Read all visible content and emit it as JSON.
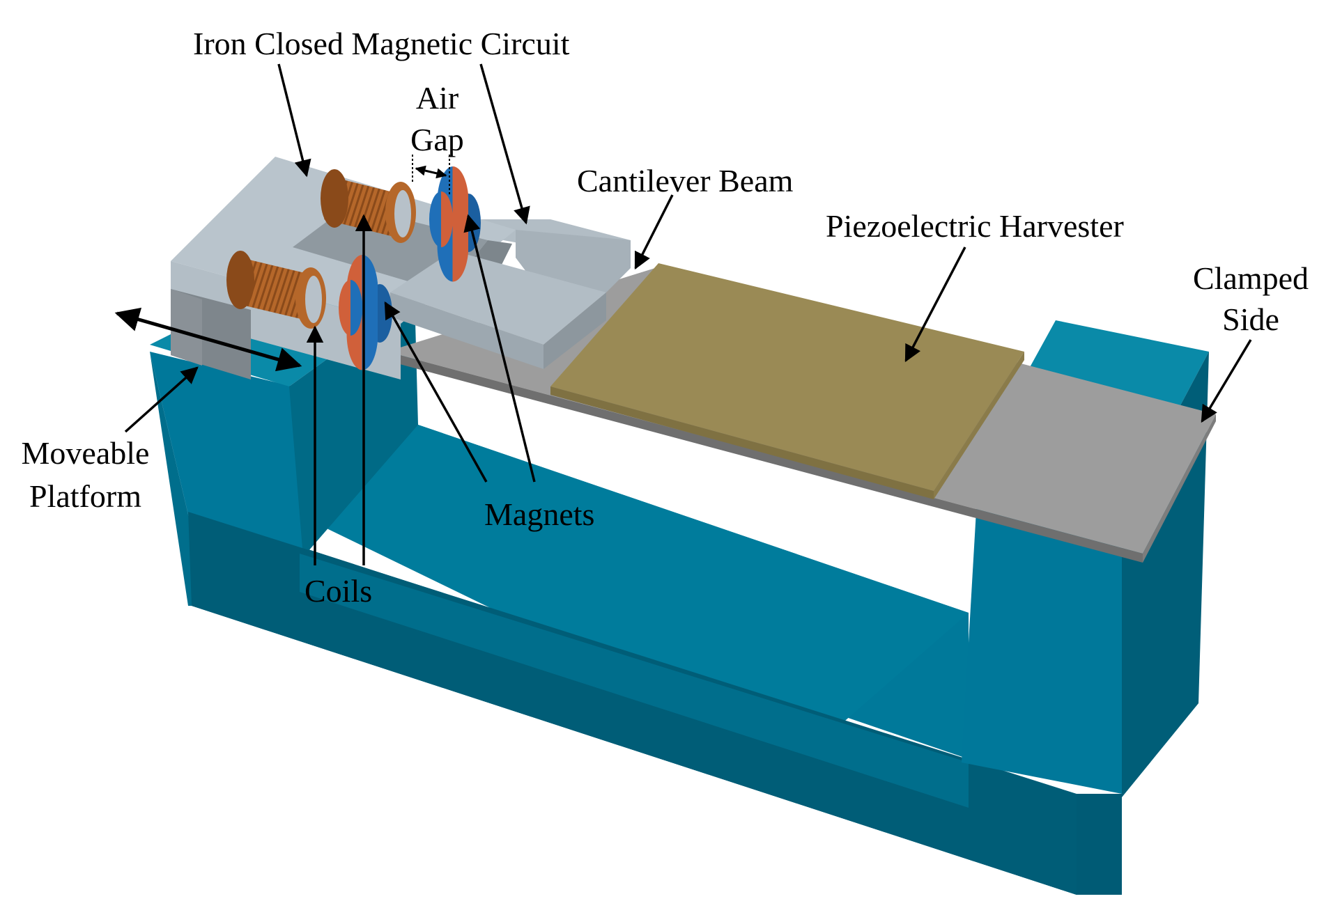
{
  "labels": {
    "iron_circuit": "Iron Closed Magnetic Circuit",
    "air_gap_line1": "Air",
    "air_gap_line2": "Gap",
    "cantilever": "Cantilever Beam",
    "piezo": "Piezoelectric Harvester",
    "clamped_line1": "Clamped",
    "clamped_line2": "Side",
    "moveable_line1": "Moveable",
    "moveable_line2": "Platform",
    "magnets": "Magnets",
    "coils": "Coils"
  },
  "colors": {
    "base_front": "#006e8c",
    "base_front_dark": "#005c76",
    "base_top": "#0a8aa8",
    "iron_light": "#b9c4cc",
    "iron_mid": "#a3aeb6",
    "iron_dark": "#8a949b",
    "beam": "#9a9a9a",
    "beam_dark": "#7b7b7b",
    "piezo": "#9a8a55",
    "piezo_edge": "#7f7142",
    "coil": "#b5672a",
    "coil_dark": "#8a4a1a",
    "magnet_blue": "#1f6fb8",
    "magnet_red": "#d0603a"
  }
}
